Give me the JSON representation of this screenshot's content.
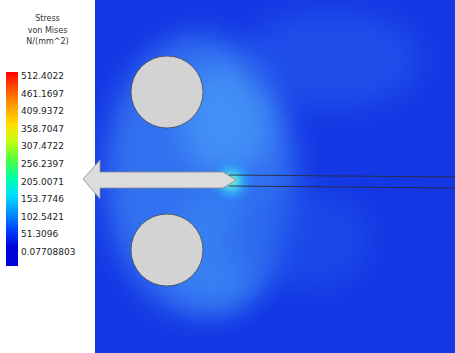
{
  "diagram": {
    "labels": [
      "Stress",
      "von Mises",
      "N/(mm^2)"
    ],
    "legend": [
      {
        "text": "512.4022",
        "color": "#ff0000"
      },
      {
        "text": "461.1697",
        "color": "#ff5a00"
      },
      {
        "text": "409.9372",
        "color": "#ffa000"
      },
      {
        "text": "358.7047",
        "color": "#ffe000"
      },
      {
        "text": "307.4722",
        "color": "#c0ff10"
      },
      {
        "text": "256.2397",
        "color": "#50ff40"
      },
      {
        "text": "205.0071",
        "color": "#00ffa8"
      },
      {
        "text": "153.7746",
        "color": "#00e0ff"
      },
      {
        "text": "102.5421",
        "color": "#0090ff"
      },
      {
        "text": "51.3096",
        "color": "#0040ff"
      },
      {
        "text": "0.07708803",
        "color": "#0000d8"
      }
    ]
  }
}
